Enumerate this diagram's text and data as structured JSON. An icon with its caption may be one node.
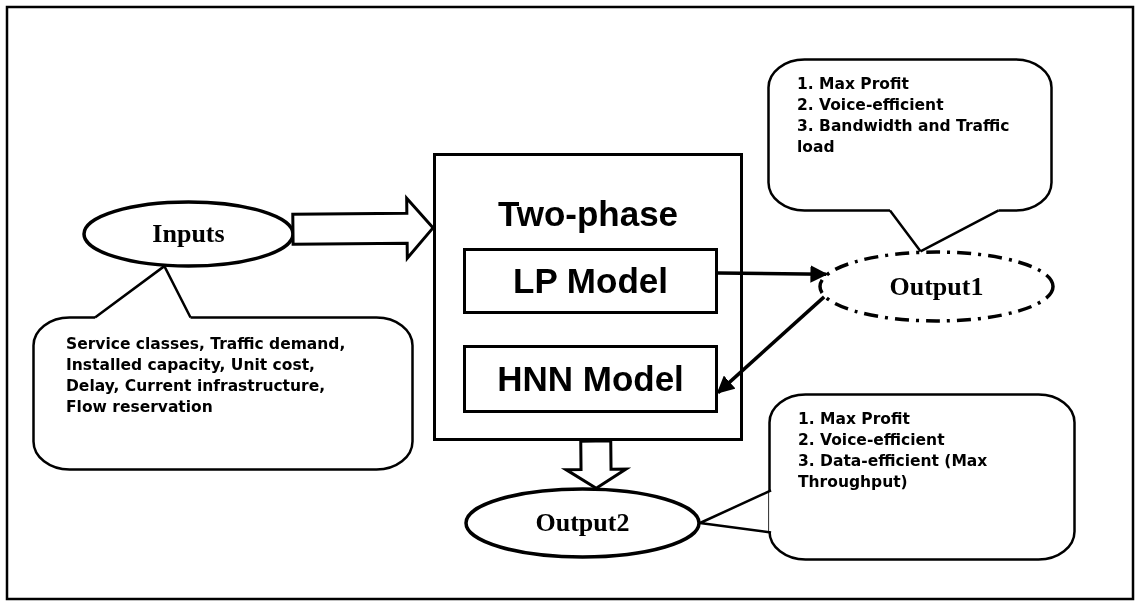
{
  "diagram": {
    "nodes": [
      {
        "text": [
          "Inputs"
        ]
      },
      {
        "text": [
          "Service classes, Traffic demand, Installed capacity, Unit cost, Delay, Current infrastructure, Flow reservation"
        ]
      },
      {
        "text": [
          "Two-phase"
        ]
      },
      {
        "text": [
          "LP Model"
        ],
        "in": 2
      },
      {
        "text": [
          "HNN Model"
        ],
        "in": 2
      },
      {
        "text": [
          "Output1"
        ]
      },
      {
        "text": [
          "1. Max Profit",
          "2. Voice-efficient",
          "3. Bandwidth and Traffic load"
        ]
      },
      {
        "text": [
          "Output2"
        ]
      },
      {
        "text": [
          "1. Max Profit",
          "2. Voice-efficient",
          "3. Data-efficient (Max Throughput)"
        ]
      }
    ],
    "edges": [
      {
        "from": 0,
        "to": 2,
        "arrow": "to",
        "style": "thick"
      },
      {
        "from": 1,
        "to": 0,
        "arrow": "none"
      },
      {
        "from": 3,
        "to": 5,
        "arrow": "to"
      },
      {
        "from": 5,
        "to": 4,
        "arrow": "to"
      },
      {
        "from": 6,
        "to": 5,
        "arrow": "none"
      },
      {
        "from": 2,
        "to": 7,
        "arrow": "to",
        "style": "thick"
      },
      {
        "from": 8,
        "to": 7,
        "arrow": "none"
      }
    ]
  }
}
